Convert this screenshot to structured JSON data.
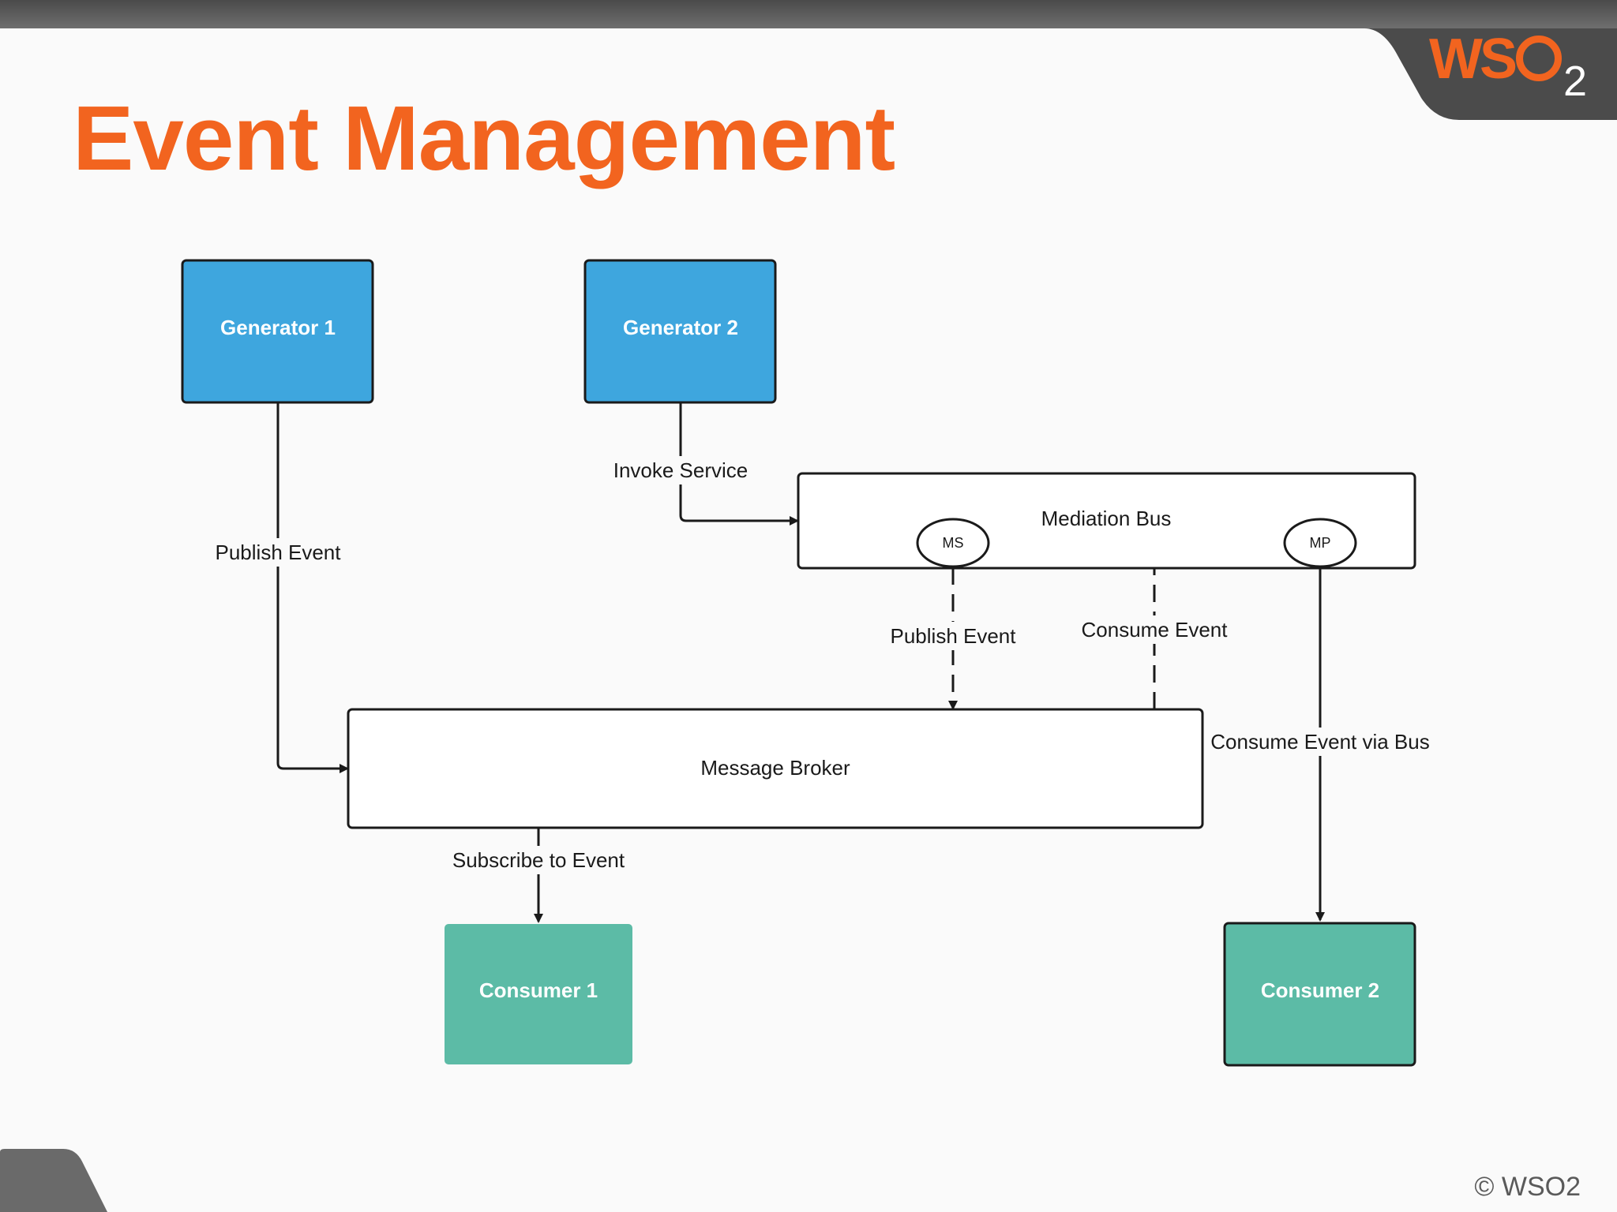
{
  "slide": {
    "title": "Event Management",
    "logo": "WSO2",
    "copyright": "© WSO2"
  },
  "colors": {
    "title": "#f2641f",
    "generator_fill": "#3ea6de",
    "consumer_fill": "#5cbba6",
    "stroke": "#1a1a1a"
  },
  "nodes": {
    "generator1": "Generator 1",
    "generator2": "Generator 2",
    "mediation_bus": "Mediation Bus",
    "ms": "MS",
    "mp": "MP",
    "message_broker": "Message Broker",
    "consumer1": "Consumer 1",
    "consumer2": "Consumer 2"
  },
  "edges": {
    "publish_event_1": "Publish Event",
    "invoke_service": "Invoke Service",
    "publish_event_2": "Publish Event",
    "consume_event": "Consume Event",
    "consume_event_via_bus": "Consume Event via Bus",
    "subscribe_to_event": "Subscribe to Event"
  }
}
